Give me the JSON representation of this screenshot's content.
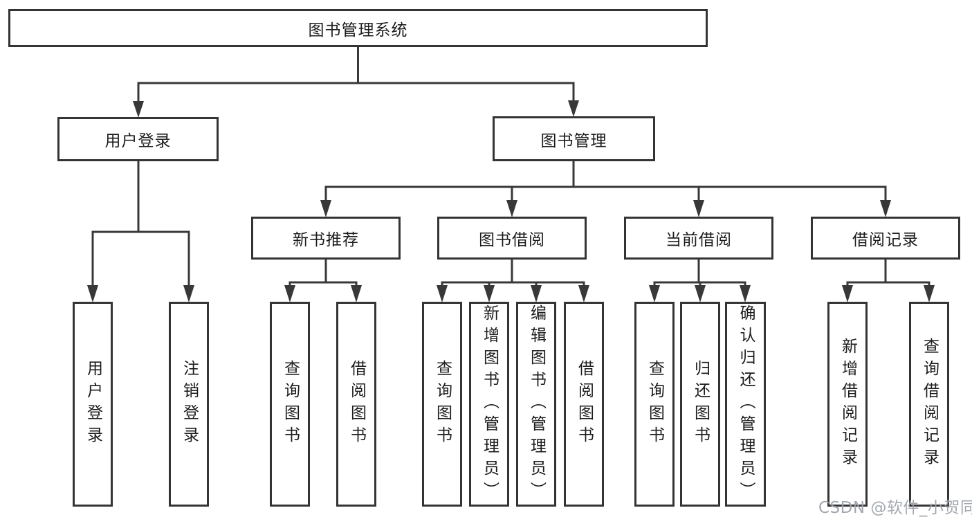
{
  "diagram": {
    "root": {
      "label": "图书管理系统"
    },
    "level1": [
      {
        "label": "用户登录"
      },
      {
        "label": "图书管理"
      }
    ],
    "level2": [
      {
        "label": "新书推荐"
      },
      {
        "label": "图书借阅"
      },
      {
        "label": "当前借阅"
      },
      {
        "label": "借阅记录"
      }
    ],
    "leaves": {
      "user_login": [
        "用户登录",
        "注销登录"
      ],
      "new_book": [
        "查询图书",
        "借阅图书"
      ],
      "book_borrow": [
        "查询图书",
        "新增图书（管理员）",
        "编辑图书（管理员）",
        "借阅图书"
      ],
      "current_borrow": [
        "查询图书",
        "归还图书",
        "确认归还（管理员）"
      ],
      "borrow_record": [
        "新增借阅记录",
        "查询借阅记录"
      ]
    }
  },
  "watermark": {
    "text": "CSDN @软件_小贺同学"
  },
  "colors": {
    "line": "#383838",
    "border": "#343434",
    "text": "#1c1c1c",
    "background": "#ffffff",
    "watermark": "#9ea3ac"
  }
}
